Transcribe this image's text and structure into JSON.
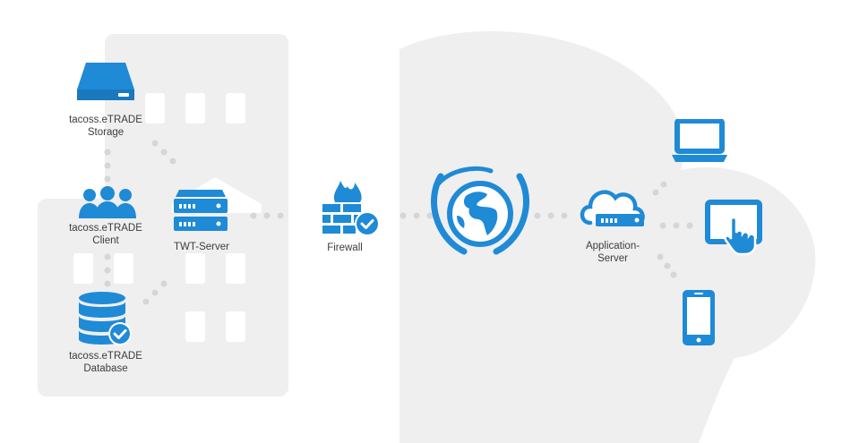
{
  "colors": {
    "icon": "#1f8ad6",
    "icon_dark": "#1a78bd",
    "background_shape": "#efefef",
    "connector": "#d6d6d6",
    "label_text": "#3d3d3d"
  },
  "nodes": {
    "storage": {
      "line1": "tacoss.eTRADE",
      "line2": "Storage",
      "icon": "server-drive-icon"
    },
    "client": {
      "line1": "tacoss.eTRADE",
      "line2": "Client",
      "icon": "users-icon"
    },
    "database": {
      "line1": "tacoss.eTRADE",
      "line2": "Database",
      "icon": "database-check-icon"
    },
    "twt_server": {
      "label": "TWT-Server",
      "icon": "server-rack-icon"
    },
    "firewall": {
      "label": "Firewall",
      "icon": "firewall-icon"
    },
    "internet": {
      "icon": "globe-orbit-icon"
    },
    "app_server": {
      "line1": "Application-",
      "line2": "Server",
      "icon": "cloud-server-icon"
    },
    "laptop": {
      "icon": "laptop-icon"
    },
    "tablet": {
      "icon": "tablet-touch-icon"
    },
    "phone": {
      "icon": "smartphone-icon"
    }
  }
}
